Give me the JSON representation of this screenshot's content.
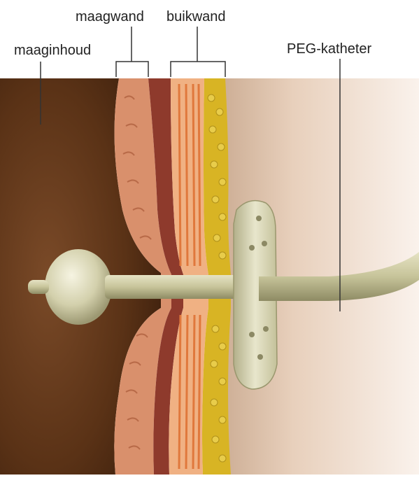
{
  "labels": {
    "stomach_contents": "maaginhoud",
    "stomach_wall": "maagwand",
    "abdominal_wall": "buikwand",
    "peg_catheter": "PEG-katheter"
  },
  "colors": {
    "stomach_contents": "#5a3216",
    "mucosa": "#d9906c",
    "muscle": "#8e3a2c",
    "fascia": "#f0b183",
    "fat": "#d8b424",
    "skin": "#eed8c8",
    "catheter": "#c9c69a",
    "leader_line": "#333333"
  }
}
